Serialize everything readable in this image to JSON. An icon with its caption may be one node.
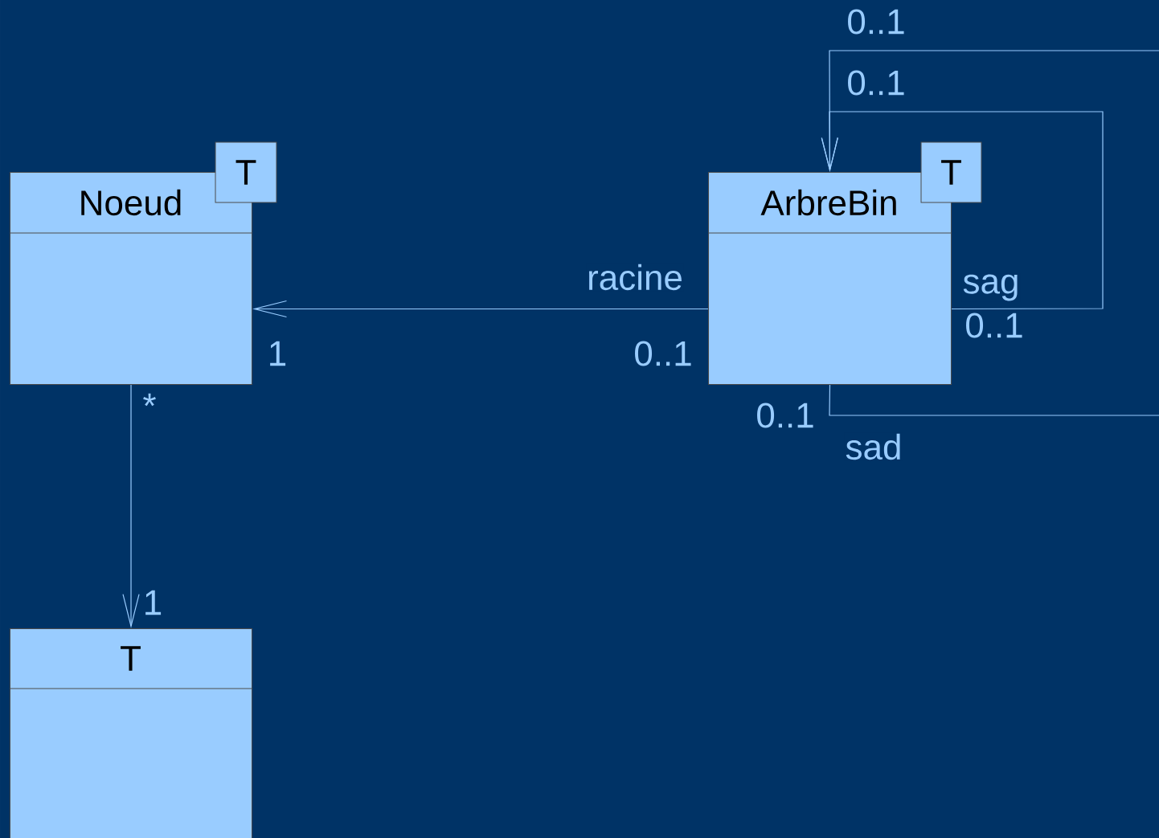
{
  "diagram": {
    "nodes": [
      {
        "text": [
          "Noeud"
        ]
      },
      {
        "text": [
          "T"
        ]
      },
      {
        "text": [
          "ArbreBin"
        ]
      },
      {
        "text": [
          "T"
        ]
      },
      {
        "text": [
          "T"
        ]
      }
    ],
    "edges": [
      {
        "from": 2,
        "to": 0,
        "arrow": "to",
        "label": "racine"
      },
      {
        "from": 2,
        "to": 2,
        "arrow": "to",
        "label": "sag"
      },
      {
        "from": 2,
        "to": 2,
        "arrow": "to",
        "label": "sad"
      },
      {
        "from": 0,
        "to": 4,
        "arrow": "to"
      }
    ],
    "labels": [
      "0..1",
      "0..1",
      "0..1",
      "1",
      "0..1",
      "*",
      "0..1",
      "1"
    ]
  }
}
